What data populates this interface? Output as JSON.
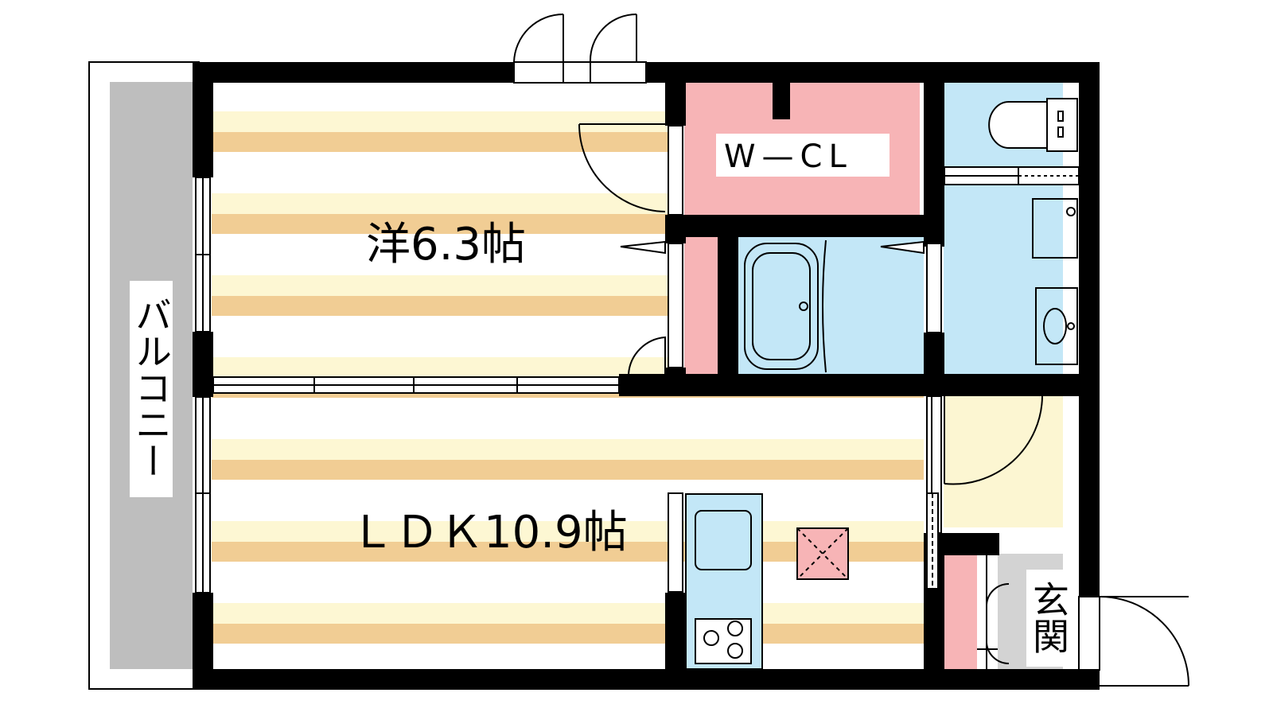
{
  "rooms": {
    "western_room": {
      "label": "洋6.3帖"
    },
    "ldk": {
      "label": "ＬＤＫ10.9帖"
    },
    "walk_in_closet": {
      "label": "W—CL"
    },
    "balcony": {
      "label": "バルコニー"
    },
    "entrance": {
      "label": "玄関"
    }
  },
  "colors": {
    "wall": "#000000",
    "floor_stripe_light": "#fdf7d3",
    "floor_stripe_dark": "#f1cd94",
    "wet_area": "#c3e7f7",
    "storage": "#f7b4b6",
    "balcony": "#bebebe",
    "entrance_floor": "#fcf6d2",
    "genkan_floor": "#d3d3d3"
  }
}
